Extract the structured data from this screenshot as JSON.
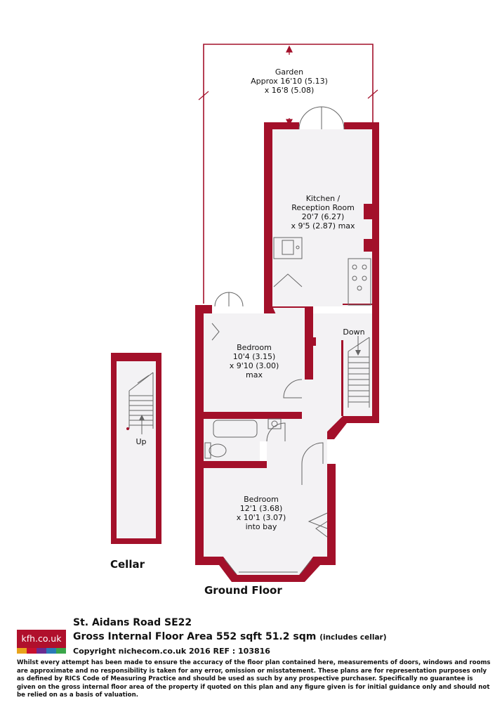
{
  "rooms": {
    "garden": {
      "name": "Garden",
      "dim1": "Approx 16'10 (5.13)",
      "dim2": "x 16'8 (5.08)"
    },
    "kitchen": {
      "name1": "Kitchen /",
      "name2": "Reception Room",
      "dim1": "20'7 (6.27)",
      "dim2": "x 9'5 (2.87) max"
    },
    "bedroom1": {
      "name": "Bedroom",
      "dim1": "10'4 (3.15)",
      "dim2": "x 9'10 (3.00)",
      "dim3": "max"
    },
    "bedroom2": {
      "name": "Bedroom",
      "dim1": "12'1 (3.68)",
      "dim2": "x 10'1 (3.07)",
      "dim3": "into bay"
    }
  },
  "stairs": {
    "down": "Down",
    "up": "Up"
  },
  "floors": {
    "cellar": "Cellar",
    "ground": "Ground Floor"
  },
  "footer": {
    "logo_text": "kfh.co.uk",
    "logo_colors": [
      "#e8a31c",
      "#c8102e",
      "#6a2c91",
      "#2a7ab8",
      "#3aa64a"
    ],
    "address": "St. Aidans Road  SE22",
    "area": "Gross Internal Floor Area 552 sqft 51.2 sqm",
    "area_note": "(includes cellar)",
    "copyright": "Copyright nichecom.co.uk 2016 REF : 103816",
    "disclaimer": "Whilst every attempt has been made to ensure the accuracy of the floor plan contained here, measurements of doors, windows and rooms are approximate and no responsibility is taken for any error, omission or misstatement.  These plans are for representation purposes only as defined by RICS Code of Measuring Practice and should be used as such by any prospective purchaser.  Specifically no guarantee is given on the gross internal floor area of the property if quoted on this plan and any figure given is for initial guidance only and should not be relied on as a basis of valuation."
  },
  "colors": {
    "wall": "#a3102a",
    "floor": "#f3f2f4",
    "fixture": "#666666"
  }
}
